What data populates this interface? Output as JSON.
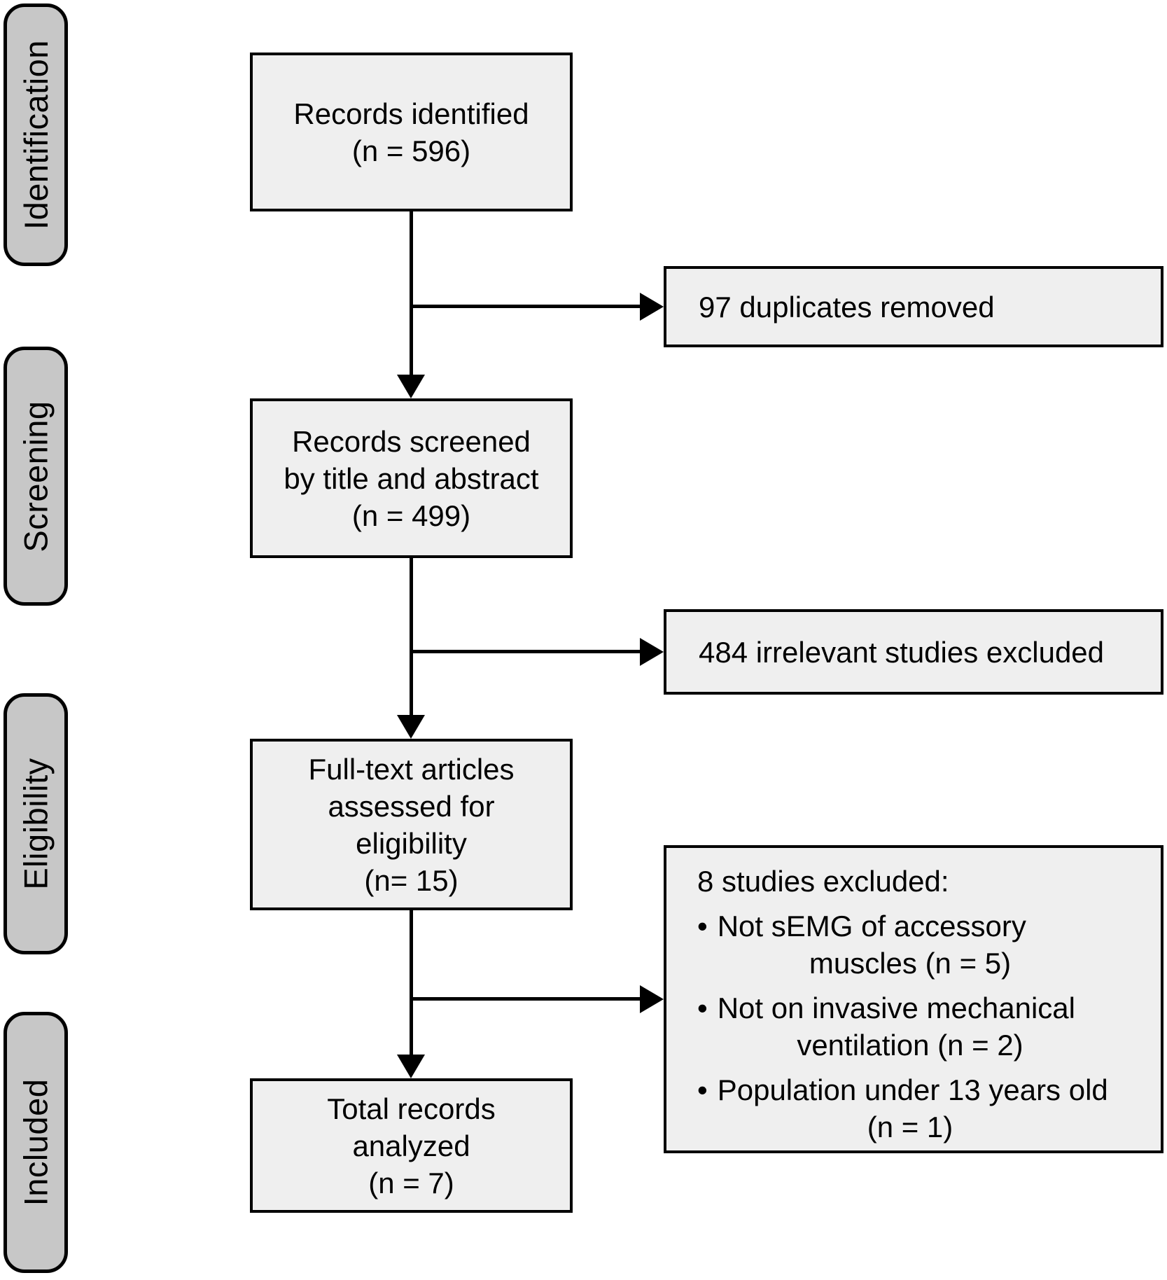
{
  "figure": {
    "kind": "prisma-flow-diagram"
  },
  "stage_labels": [
    "Identification",
    "Screening",
    "Eligibility",
    "Included"
  ],
  "flow": {
    "box1": {
      "lines": [
        "Records identified",
        "(n = 596)"
      ]
    },
    "box2": {
      "lines": [
        "Records screened",
        "by title and abstract",
        "(n = 499)"
      ]
    },
    "box3": {
      "lines": [
        "Full-text articles",
        "assessed for",
        "eligibility",
        "(n= 15)"
      ]
    },
    "box4": {
      "lines": [
        "Total records",
        "analyzed",
        "(n = 7)"
      ]
    }
  },
  "exclusions": {
    "box1": {
      "text": "97 duplicates removed"
    },
    "box2": {
      "text": "484 irrelevant studies excluded"
    },
    "box3": {
      "title": "8 studies excluded:",
      "bullet": "•",
      "items": [
        {
          "line1": "Not sEMG of accessory",
          "line2": "muscles (n = 5)"
        },
        {
          "line1": "Not on invasive mechanical",
          "line2": "ventilation (n = 2)"
        },
        {
          "line1": "Population under 13 years old",
          "line2": "(n = 1)"
        }
      ]
    }
  },
  "colors": {
    "box_fill": "#efefef",
    "stage_fill": "#c7c7c7",
    "line": "#000000",
    "background": "#ffffff"
  }
}
